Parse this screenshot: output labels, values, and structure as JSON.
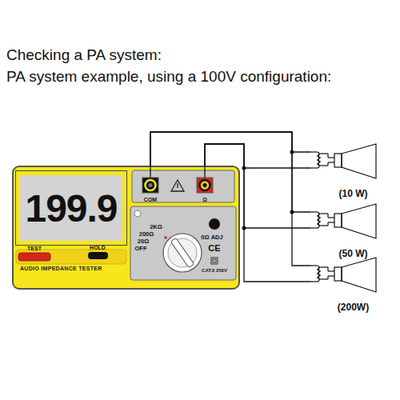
{
  "diagram": {
    "title": "Checking a PA system:",
    "nodes": [
      {
        "text": [
          "AUDIO IMPEDANCE TESTER"
        ]
      },
      {
        "text": [
          "199.9"
        ],
        "in": 0
      },
      {
        "text": [
          "COM"
        ],
        "in": 0
      },
      {
        "text": [
          "Ω"
        ],
        "in": 0
      },
      {
        "text": [
          "(10 W)"
        ]
      },
      {
        "text": [
          "(50 W)"
        ]
      },
      {
        "text": [
          "(200W)"
        ]
      }
    ],
    "edges": [
      {
        "from": 2,
        "to": 4,
        "arrow": "none"
      },
      {
        "from": 2,
        "to": 5,
        "arrow": "none"
      },
      {
        "from": 2,
        "to": 6,
        "arrow": "none"
      },
      {
        "from": 3,
        "to": 4,
        "arrow": "none"
      },
      {
        "from": 3,
        "to": 5,
        "arrow": "none"
      },
      {
        "from": 3,
        "to": 6,
        "arrow": "none"
      }
    ],
    "labels": [
      "PA system example, using a 100V configuration:",
      "2KΩ",
      "200Ω",
      "20Ω",
      "OFF",
      "0Ω ADJ",
      "CE",
      "CAT.II 250V",
      "TEST",
      "HOLD"
    ]
  }
}
